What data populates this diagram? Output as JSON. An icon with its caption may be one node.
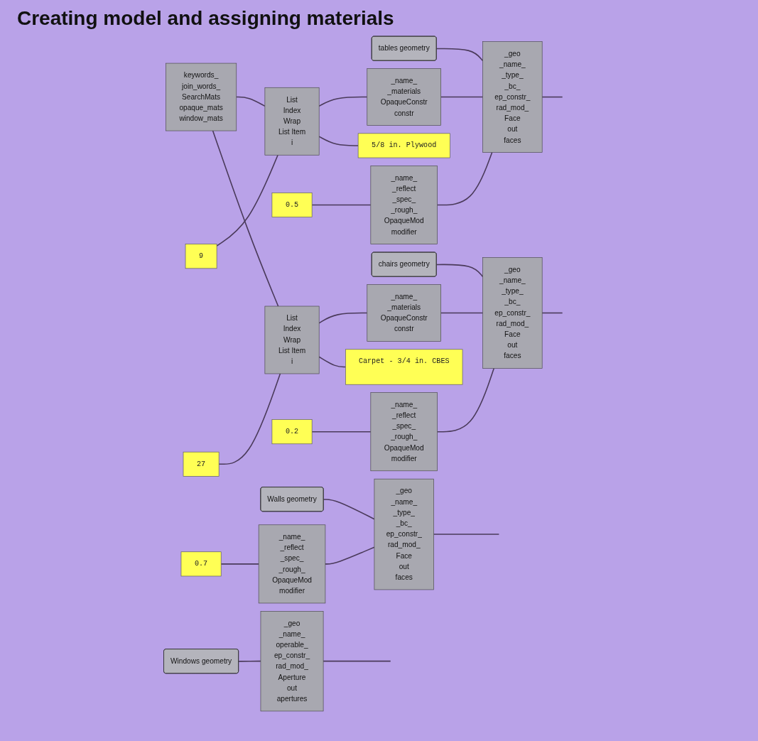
{
  "diagram": {
    "title": "Creating model and assigning materials",
    "nodes": [
      {
        "text": [
          "Walls geometry"
        ]
      },
      {
        "text": [
          "0.7"
        ]
      },
      {
        "text": [
          "_name_",
          "_reflect",
          "_spec_",
          "_rough_",
          "OpaqueMod",
          "modifier"
        ]
      },
      {
        "text": [
          "_geo",
          "_name_",
          "_type_",
          "_bc_",
          "ep_constr_",
          "rad_mod_",
          "Face",
          "out",
          "faces"
        ]
      },
      {
        "text": [
          "Windows geometry"
        ]
      },
      {
        "text": [
          "_geo",
          "_name_",
          "operable_",
          "ep_constr_",
          "rad_mod_",
          "Aperture",
          "out",
          "apertures"
        ]
      },
      {
        "text": [
          "tables geometry"
        ]
      },
      {
        "text": [
          "keywords_",
          "join_words_",
          "SearchMats",
          "opaque_mats",
          "window_mats"
        ]
      },
      {
        "text": [
          "5/8 in. Plywood"
        ]
      },
      {
        "text": [
          "9"
        ]
      },
      {
        "text": [
          "List",
          "Index",
          "Wrap",
          "List Item",
          "i"
        ]
      },
      {
        "text": [
          "_name_",
          "_materials",
          "OpaqueConstr",
          "constr"
        ]
      },
      {
        "text": [
          "_geo",
          "_name_",
          "_type_",
          "_bc_",
          "ep_constr_",
          "rad_mod_",
          "Face",
          "out",
          "faces"
        ]
      },
      {
        "text": [
          "0.5"
        ]
      },
      {
        "text": [
          "_name_",
          "_reflect",
          "_spec_",
          "_rough_",
          "OpaqueMod",
          "modifier"
        ]
      },
      {
        "text": [
          "chairs geometry"
        ]
      },
      {
        "text": [
          "Carpet - 3/4 in. CBES"
        ]
      },
      {
        "text": [
          "27"
        ]
      },
      {
        "text": [
          "List",
          "Index",
          "Wrap",
          "List Item",
          "i"
        ]
      },
      {
        "text": [
          "_name_",
          "_materials",
          "OpaqueConstr",
          "constr"
        ]
      },
      {
        "text": [
          "_geo",
          "_name_",
          "_type_",
          "_bc_",
          "ep_constr_",
          "rad_mod_",
          "Face",
          "out",
          "faces"
        ]
      },
      {
        "text": [
          "0.2"
        ]
      },
      {
        "text": [
          "_name_",
          "_reflect",
          "_spec_",
          "_rough_",
          "OpaqueMod",
          "modifier"
        ]
      }
    ],
    "edges": [
      {
        "from": 0,
        "to": 3,
        "arrow": "none"
      },
      {
        "from": 1,
        "to": 2,
        "arrow": "none"
      },
      {
        "from": 2,
        "to": 3,
        "arrow": "none"
      },
      {
        "from": 3,
        "to": null,
        "arrow": "none"
      },
      {
        "from": 4,
        "to": 5,
        "arrow": "none"
      },
      {
        "from": 5,
        "to": null,
        "arrow": "none"
      },
      {
        "from": 6,
        "to": 12,
        "arrow": "none"
      },
      {
        "from": 7,
        "to": 10,
        "arrow": "none"
      },
      {
        "from": 7,
        "to": 18,
        "arrow": "none"
      },
      {
        "from": 10,
        "to": 8,
        "arrow": "none"
      },
      {
        "from": 9,
        "to": 10,
        "arrow": "none"
      },
      {
        "from": 10,
        "to": 11,
        "arrow": "none"
      },
      {
        "from": 11,
        "to": 12,
        "arrow": "none"
      },
      {
        "from": 13,
        "to": 14,
        "arrow": "none"
      },
      {
        "from": 14,
        "to": 12,
        "arrow": "none"
      },
      {
        "from": 12,
        "to": null,
        "arrow": "none"
      },
      {
        "from": 15,
        "to": 20,
        "arrow": "none"
      },
      {
        "from": 18,
        "to": 16,
        "arrow": "none"
      },
      {
        "from": 17,
        "to": 18,
        "arrow": "none"
      },
      {
        "from": 18,
        "to": 19,
        "arrow": "none"
      },
      {
        "from": 19,
        "to": 20,
        "arrow": "none"
      },
      {
        "from": 21,
        "to": 22,
        "arrow": "none"
      },
      {
        "from": 22,
        "to": 20,
        "arrow": "none"
      },
      {
        "from": 20,
        "to": null,
        "arrow": "none"
      }
    ]
  }
}
